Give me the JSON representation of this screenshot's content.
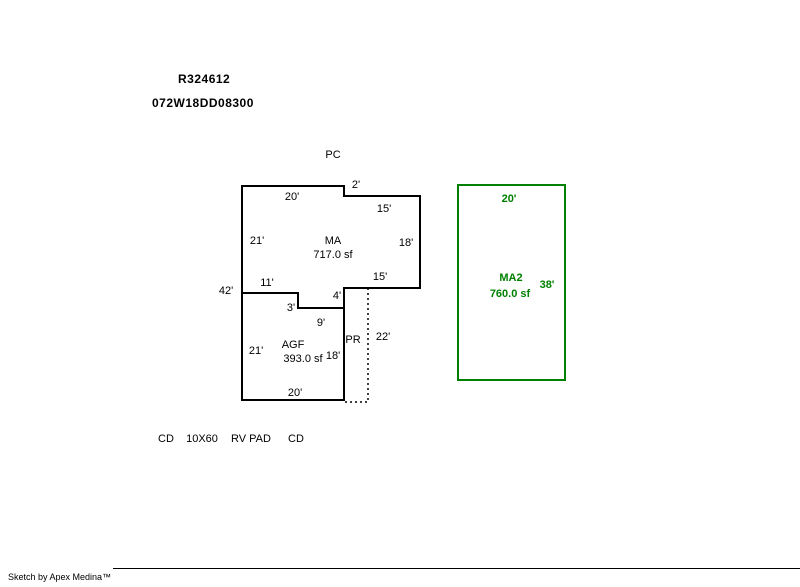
{
  "colors": {
    "accent_green": "#008000",
    "line_black": "#000000"
  },
  "header": {
    "record_id": "R324612",
    "parcel_id": "072W18DD08300"
  },
  "sketch": {
    "pc_label": "PC",
    "left_total_dim": "42'",
    "ma": {
      "label": "MA",
      "area": "717.0 sf",
      "dim_top": "20'",
      "dim_step_right": "2'",
      "dim_upper_right_top": "15'",
      "dim_right": "18'",
      "dim_left": "21'",
      "dim_bottom": "15'",
      "dim_lower_right": "4'"
    },
    "agf": {
      "label": "AGF",
      "area": "393.0 sf",
      "dim_top": "11'",
      "dim_step_down": "3'",
      "dim_step_right": "9'",
      "dim_left": "21'",
      "dim_right": "18'",
      "dim_bottom": "20'"
    },
    "pr": {
      "label": "PR",
      "dim": "22'"
    },
    "ma2": {
      "label": "MA2",
      "area": "760.0 sf",
      "dim_top": "20'",
      "dim_right": "38'"
    }
  },
  "bottom_row": {
    "cd_left": "CD",
    "size": "10X60",
    "rv_pad": "RV PAD",
    "cd_right": "CD"
  },
  "footer": {
    "credit": "Sketch by Apex Medina™"
  }
}
